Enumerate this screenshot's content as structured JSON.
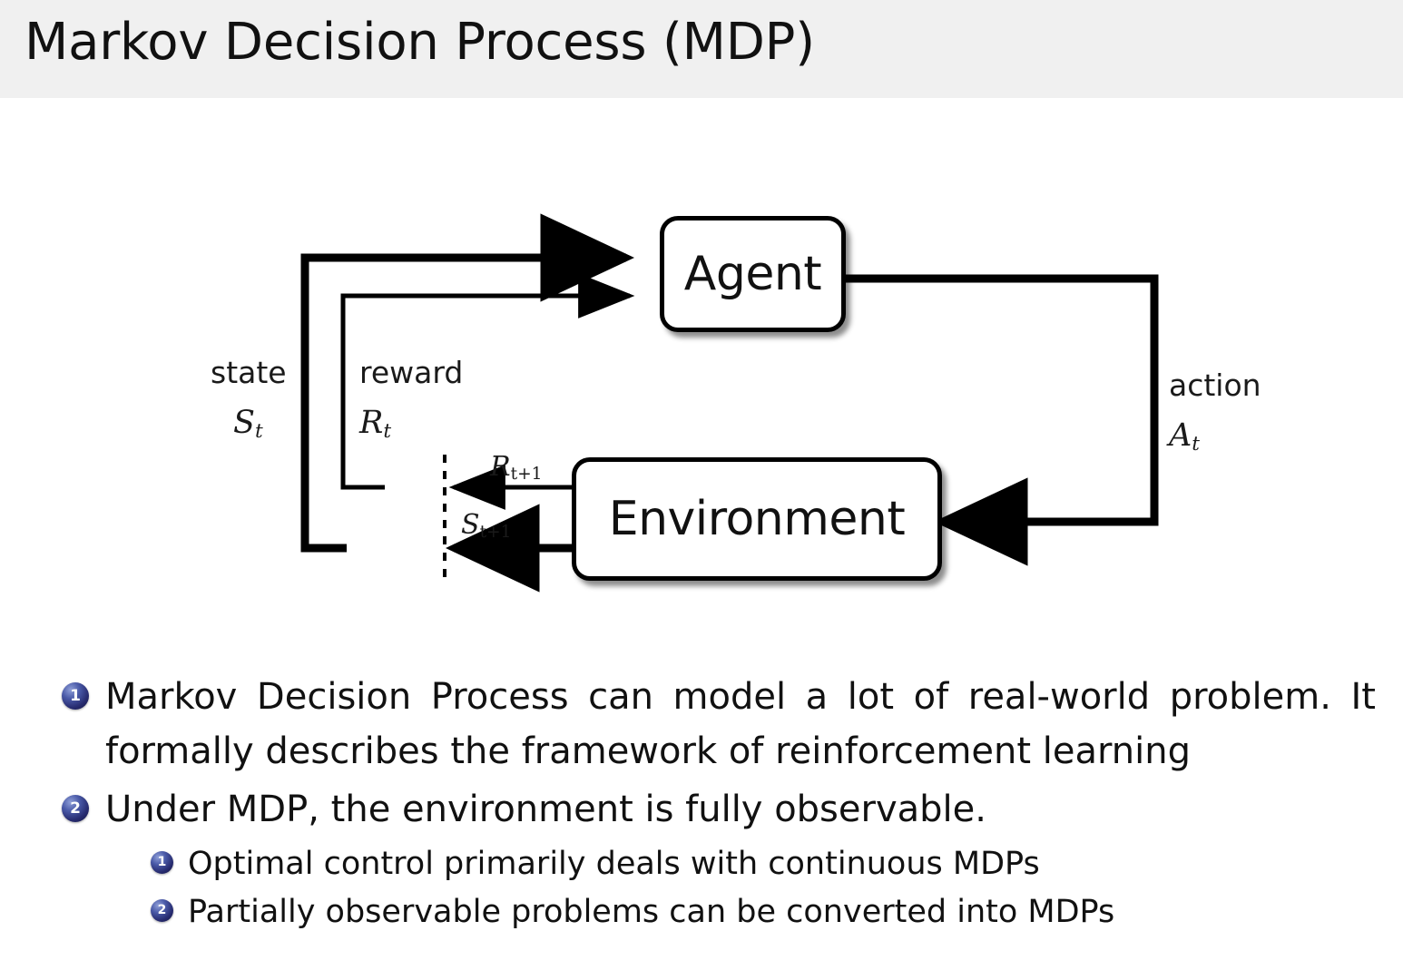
{
  "slide": {
    "title": "Markov Decision Process (MDP)",
    "header_bg": "#f0f0f0",
    "text_color": "#111111"
  },
  "diagram": {
    "name": "agent-environment-interaction-loop",
    "nodes": [
      {
        "id": "agent",
        "label": "Agent"
      },
      {
        "id": "environment",
        "label": "Environment"
      }
    ],
    "labels": {
      "state_word": "state",
      "state_symbol": "S",
      "state_symbol_sub": "t",
      "reward_word": "reward",
      "reward_symbol": "R",
      "reward_symbol_sub": "t",
      "action_word": "action",
      "action_symbol": "A",
      "action_symbol_sub": "t",
      "reward_next_symbol": "R",
      "reward_next_sub": "t+1",
      "state_next_symbol": "S",
      "state_next_sub": "t+1"
    },
    "stroke_color": "#000000"
  },
  "bullets": {
    "marker_color": "#262a6e",
    "items": [
      {
        "number": "1",
        "level": 1,
        "text": "Markov Decision Process can model a lot of real-world problem. It formally describes the framework of reinforcement learning"
      },
      {
        "number": "2",
        "level": 1,
        "text": "Under MDP, the environment is fully observable."
      },
      {
        "number": "1",
        "level": 2,
        "text": "Optimal control primarily deals with continuous MDPs"
      },
      {
        "number": "2",
        "level": 2,
        "text": "Partially observable problems can be converted into MDPs"
      }
    ]
  }
}
